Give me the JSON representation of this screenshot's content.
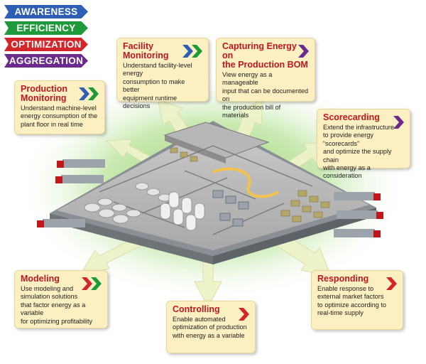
{
  "legend": [
    {
      "label": "AWARENESS",
      "color": "#2f5fb4"
    },
    {
      "label": "EFFICIENCY",
      "color": "#1f9a3b"
    },
    {
      "label": "OPTIMIZATION",
      "color": "#d3262b"
    },
    {
      "label": "AGGREGATION",
      "color": "#6a2b8c"
    }
  ],
  "cards": {
    "facility": {
      "title": "Facility\nMonitoring",
      "body": "Understand facility-level energy\nconsumption to make better\nequipment runtime decisions",
      "chevrons": [
        "#2f5fb4",
        "#1f9a3b"
      ]
    },
    "capturing": {
      "title": "Capturing Energy on\nthe Production BOM",
      "body": "View energy as a manageable\ninput that can be documented on\nthe production bill of materials",
      "chevrons": [
        "#6a2b8c"
      ]
    },
    "production": {
      "title": "Production\nMonitoring",
      "body": "Understand machine-level\nenergy consumption of the\nplant floor in real time",
      "chevrons": [
        "#2f5fb4",
        "#1f9a3b"
      ]
    },
    "scorecarding": {
      "title": "Scorecarding",
      "body": "Extend the infrastructure\nto provide energy “scorecards”\nand optimize the supply chain\nwith energy as a consideration",
      "chevrons": [
        "#6a2b8c"
      ]
    },
    "modeling": {
      "title": "Modeling",
      "body": "Use modeling and\nsimulation solutions\nthat factor energy as a variable\nfor optimizing profitability",
      "chevrons": [
        "#d3262b",
        "#1f9a3b"
      ]
    },
    "controlling": {
      "title": "Controlling",
      "body": "Enable automated\noptimization of production\nwith energy as a variable",
      "chevrons": [
        "#d3262b"
      ]
    },
    "responding": {
      "title": "Responding",
      "body": "Enable response to\nexternal market factors\nto optimize according to\nreal-time supply",
      "chevrons": [
        "#d3262b"
      ]
    }
  },
  "colors": {
    "card_bg": "#fcf0c2",
    "title_red": "#c0171d",
    "glow": "#8fd16b",
    "arrow_fill": "#eef3c8"
  }
}
